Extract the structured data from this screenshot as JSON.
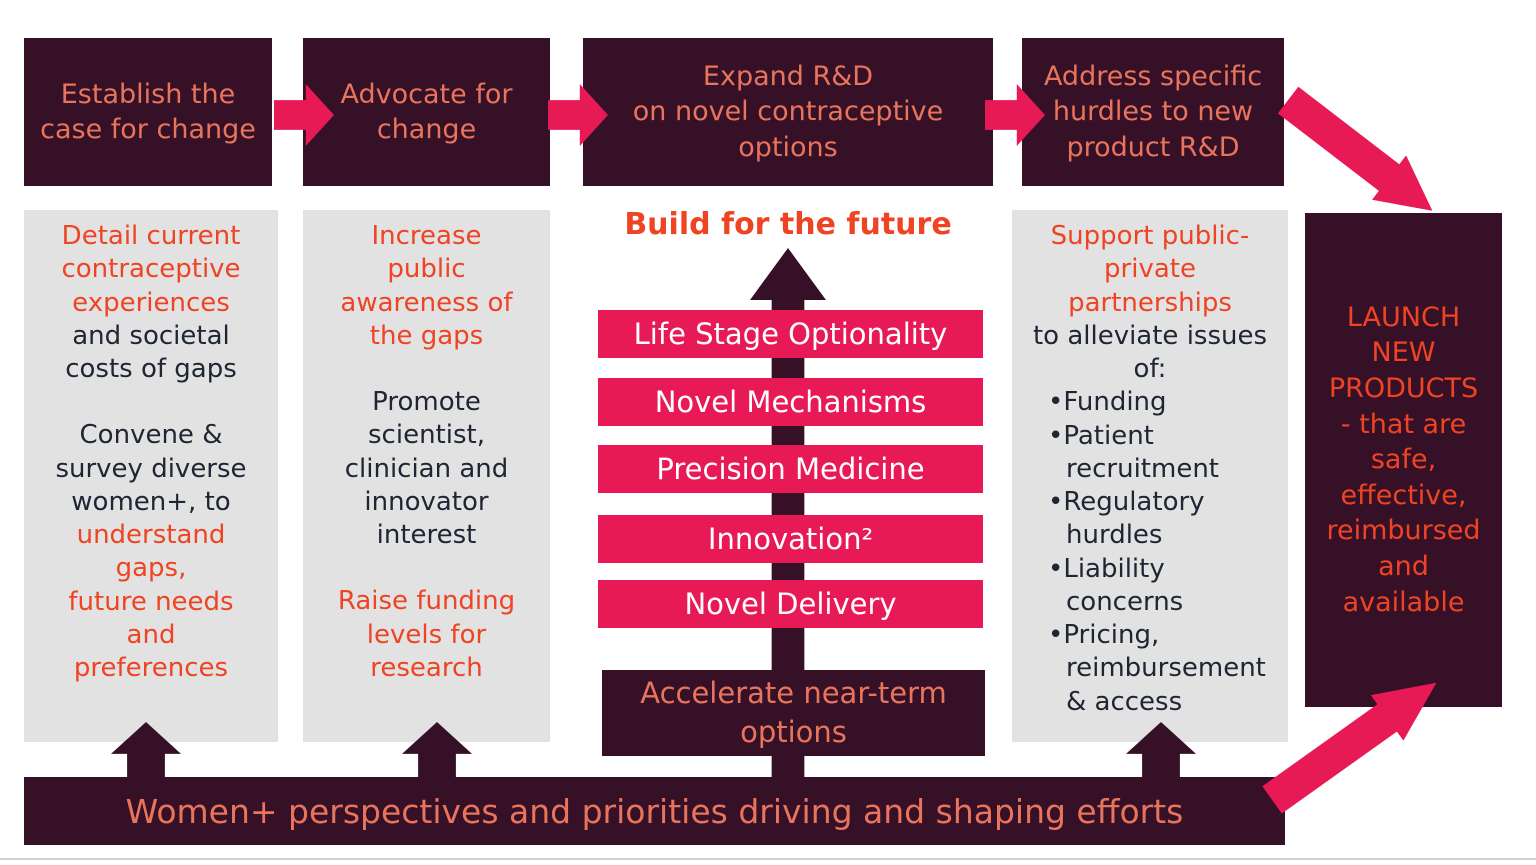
{
  "palette": {
    "dark_box": "#351026",
    "pink": "#e81a56",
    "salmon_text": "#e8745c",
    "accent_orange_red": "#ee4424",
    "body_dark_text": "#1e2633",
    "gray_box": "#e3e2e2",
    "bar_label_text": "#ffffff",
    "bottom_rule": "#ccd1d9"
  },
  "top_row": {
    "boxes": [
      {
        "label": "Establish the\ncase for change"
      },
      {
        "label": "Advocate for\nchange"
      },
      {
        "label": "Expand R&D\non novel contraceptive\noptions"
      },
      {
        "label": "Address specific\nhurdles to new\nproduct R&D"
      }
    ]
  },
  "columns": [
    {
      "segments": [
        {
          "style": "accent",
          "text": "Detail current\ncontraceptive\nexperiences"
        },
        {
          "style": "dark",
          "text": "and societal\ncosts of gaps"
        },
        {
          "style": "dark",
          "text": "Convene &\nsurvey diverse\nwomen+, to"
        },
        {
          "style": "accent",
          "text": "understand\ngaps,\nfuture needs\nand\npreferences"
        }
      ]
    },
    {
      "segments": [
        {
          "style": "accent",
          "text": "Increase\npublic\nawareness of\nthe gaps"
        },
        {
          "style": "dark",
          "text": "Promote\nscientist,\nclinician and\ninnovator\ninterest"
        },
        {
          "style": "accent",
          "text": "Raise funding\nlevels for\nresearch"
        }
      ]
    },
    {
      "heading": "Support public-\nprivate\npartnerships",
      "subheading": "to alleviate issues\nof:",
      "bullets": [
        "•Funding",
        "•Patient recruitment",
        "•Regulatory hurdles",
        "•Liability concerns",
        "•Pricing, reimbursement & access"
      ]
    }
  ],
  "center": {
    "heading": "Build for the future",
    "bars": [
      "Life Stage Optionality",
      "Novel Mechanisms",
      "Precision Medicine",
      "Innovation²",
      "Novel Delivery"
    ],
    "accelerate": "Accelerate near-term\noptions"
  },
  "launch": {
    "text": "LAUNCH\nNEW\nPRODUCTS\n- that are\nsafe,\neffective,\nreimbursed\nand\navailable"
  },
  "bottom_bar": {
    "text": "Women+ perspectives and priorities driving and shaping efforts"
  },
  "icons": {
    "right_arrow": "right-arrow",
    "up_arrow": "up-arrow",
    "diagonal_arrow": "diagonal-arrow"
  }
}
